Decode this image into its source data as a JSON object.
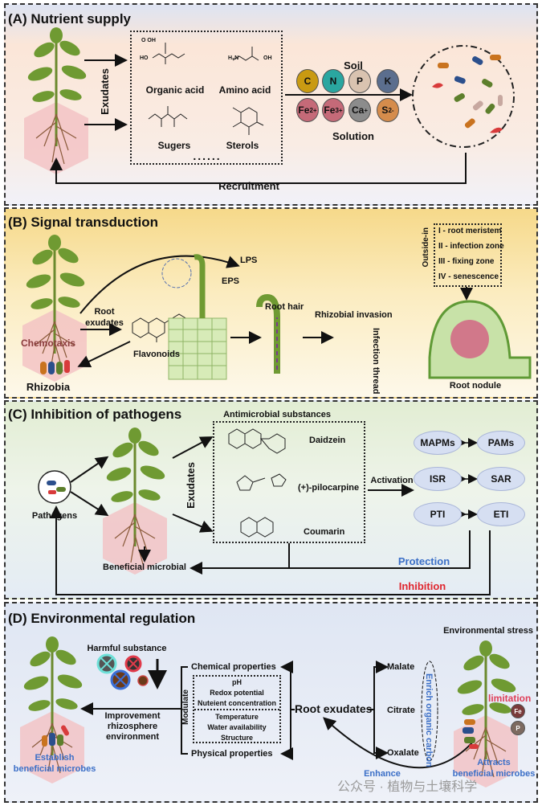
{
  "panel_a": {
    "title": "(A)  Nutrient supply",
    "exudates": "Exudates",
    "compounds": [
      "Organic acid",
      "Amino acid",
      "Sugers",
      "Sterols"
    ],
    "ellipsis": "......",
    "soil": "Soil",
    "solution": "Solution",
    "nutrients_top": [
      "C",
      "N",
      "P",
      "K"
    ],
    "nutrients_bottom": [
      "Fe",
      "2+",
      "Fe",
      "3+",
      "Ca",
      "+",
      "S",
      "2-"
    ],
    "recruitment": "Recruitment",
    "chem_labels": {
      "oa_oh": "O OH",
      "ho": "HO",
      "oh": "OH",
      "h2n": "H₂N"
    }
  },
  "panel_b": {
    "title": "(B)  Signal transduction",
    "chemotaxis": "Chemotaxis",
    "rhizobia": "Rhizobia",
    "root_exudates": [
      "Root",
      "exudates"
    ],
    "flavonoids": "Flavonoids",
    "lps": "LPS",
    "eps": "EPS",
    "root_hair": "Root hair",
    "rhizobial_invasion": "Rhizobial invasion",
    "infection_thread": "Infection thread",
    "outside_in": "Outside-in",
    "zones": [
      "I - root meristem",
      "II - infection zone",
      "III - fixing zone",
      "IV - senescence"
    ],
    "root_nodule": "Root nodule"
  },
  "panel_c": {
    "title": "(C)  Inhibition of pathogens",
    "antimicrobial": "Antimicrobial substances",
    "substances": [
      "Daidzein",
      "(+)-pilocarpine",
      "Coumarin"
    ],
    "pathogens": "Pathogens",
    "exudates": "Exudates",
    "activation": "Activation",
    "immunity": [
      "MAPMs",
      "PAMs",
      "ISR",
      "SAR",
      "PTI",
      "ETI"
    ],
    "beneficial": "Beneficial microbial",
    "protection": "Protection",
    "inhibition": "Inhibition"
  },
  "panel_d": {
    "title": "(D)  Environmental regulation",
    "environmental_stress": "Environmental stress",
    "harmful": "Harmful substance",
    "improvement": [
      "Improvement",
      "rhizosphere",
      "environment"
    ],
    "establish": [
      "Establish",
      "beneficial microbes"
    ],
    "chemical": "Chemical properties",
    "physical": "Physical properties",
    "modulate": "Modulate",
    "chem_items": [
      "pH",
      "Redox potential",
      "Nuteient concentration"
    ],
    "phys_items": [
      "Temperature",
      "Water availability",
      "Structure"
    ],
    "root_exudates": "Root exudates",
    "acids": [
      "Malate",
      "Citrate",
      "Oxalate"
    ],
    "enrich": "Enrich organic carbon",
    "limitation": "limitation",
    "limit_elements": [
      "Fe",
      "P"
    ],
    "attracts": [
      "Attracts",
      "beneficial microbes"
    ],
    "enhance": "Enhance"
  },
  "watermark": "公众号 · 植物与土壤科学",
  "colors": {
    "blue_text": "#3b6fc7",
    "red_text": "#e0262e",
    "C": "#c99a12",
    "N": "#2aa6a0",
    "P": "#d9c3b0",
    "K": "#5b6e8e",
    "Fe": "#c56a78",
    "Ca": "#8c8c8c",
    "S": "#d58c4c"
  }
}
